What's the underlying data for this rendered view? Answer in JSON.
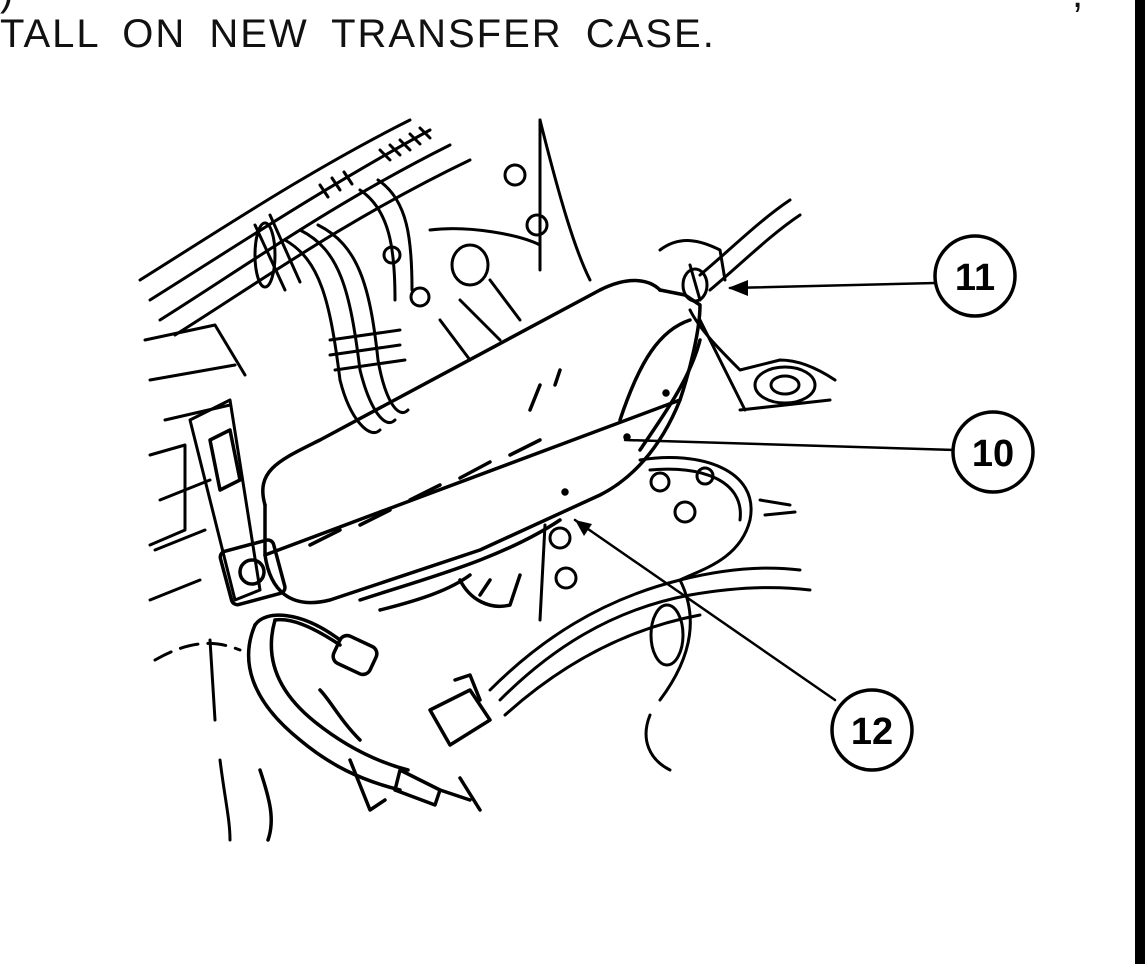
{
  "document": {
    "top_line_fragment": ")",
    "top_line_comma": ",",
    "instruction": "TALL ON NEW TRANSFER CASE."
  },
  "callouts": [
    {
      "id": "callout-11",
      "label": "11"
    },
    {
      "id": "callout-10",
      "label": "10"
    },
    {
      "id": "callout-12",
      "label": "12"
    }
  ],
  "colors": {
    "ink": "#000000",
    "paper": "#ffffff"
  }
}
